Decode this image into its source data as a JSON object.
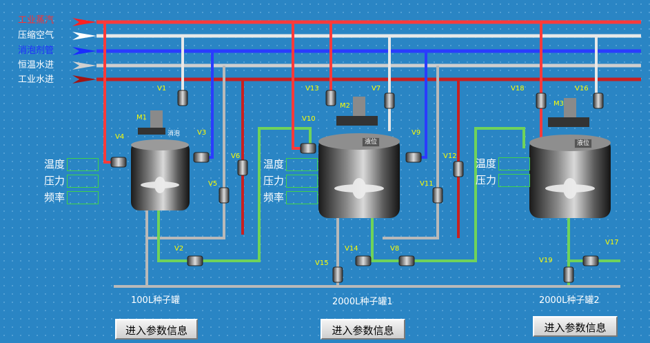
{
  "supply_lines": [
    {
      "label": "工业蒸汽",
      "color": "#ff3030",
      "arrow": "#ff2020"
    },
    {
      "label": "压缩空气",
      "color": "#ffffff",
      "arrow": "#ffffff"
    },
    {
      "label": "消泡剂管",
      "color": "#1a2cff",
      "arrow": "#1a2cff"
    },
    {
      "label": "恒温水进",
      "color": "#ffffff",
      "arrow": "#d0d0d0"
    },
    {
      "label": "工业水进",
      "color": "#c81e1e",
      "arrow": "#a01515"
    }
  ],
  "valves": [
    "V1",
    "V2",
    "V3",
    "V4",
    "V5",
    "V6",
    "V7",
    "V8",
    "V9",
    "V10",
    "V11",
    "V12",
    "V13",
    "V14",
    "V15",
    "V16",
    "V17",
    "V18",
    "V19"
  ],
  "motors": [
    "M1",
    "M2",
    "M3"
  ],
  "tank1": {
    "name": "100L种子罐",
    "params": [
      "温度",
      "压力",
      "频率"
    ],
    "defoam_label": "消泡",
    "button": "进入参数信息"
  },
  "tank2": {
    "name": "2000L种子罐1",
    "params": [
      "温度",
      "压力",
      "频率"
    ],
    "level_label": "液位",
    "button": "进入参数信息"
  },
  "tank3": {
    "name": "2000L种子罐2",
    "params": [
      "温度",
      "压力"
    ],
    "level_label": "液位",
    "button": "进入参数信息"
  },
  "colors": {
    "background": "#2a85c4",
    "green_pipe": "#6fd35a",
    "gray_pipe": "#b9b9b9",
    "valve_label": "#ffff00"
  }
}
